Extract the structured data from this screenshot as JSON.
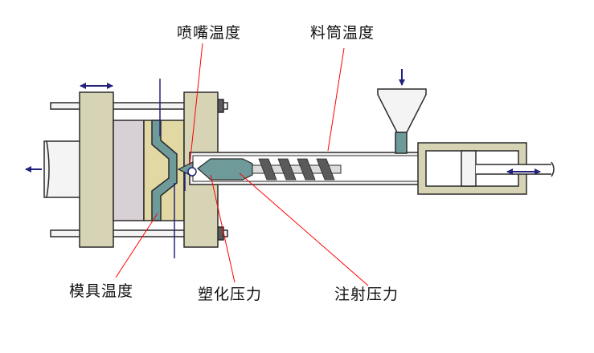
{
  "labels": {
    "nozzle_temperature": "喷嘴温度",
    "barrel_temperature": "料筒温度",
    "mold_temperature": "模具温度",
    "plasticizing_pressure": "塑化压力",
    "injection_pressure": "注射压力"
  },
  "colors": {
    "clamp_plate": "#d6d4b4",
    "mold_cavity": "#d8d0d4",
    "cavity_insert": "#e2d8a4",
    "screw_tip": "#6e9a9a",
    "screw_flight": "#5a5a5a",
    "pointer_line": "#ff0000",
    "arrow_blue": "#22227a",
    "outline": "#2a2a2a"
  },
  "icons": {
    "hopper": "hopper-icon",
    "feed_arrow": "arrow-down-icon",
    "clamp_motion": "double-arrow-horizontal-icon",
    "mold_open": "arrow-left-icon"
  }
}
